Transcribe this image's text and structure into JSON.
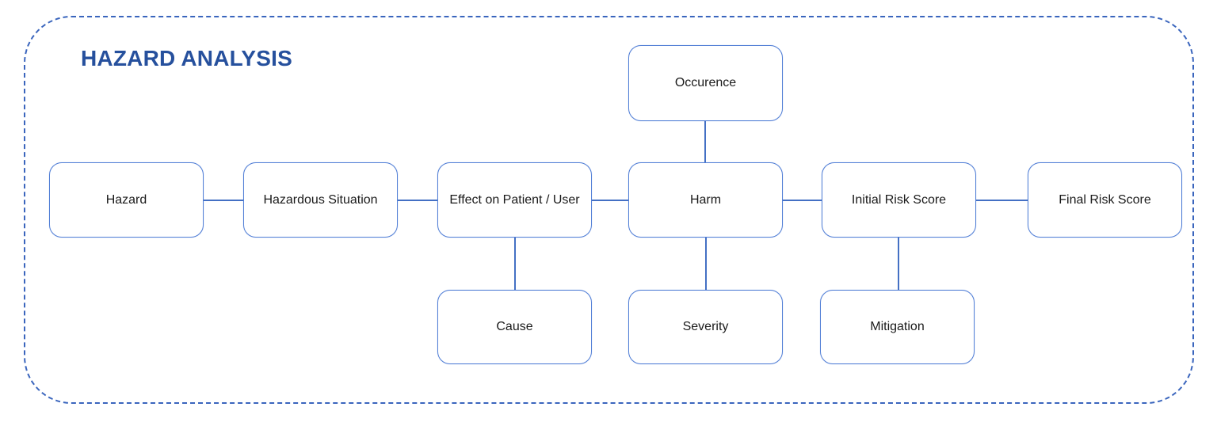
{
  "title": "HAZARD ANALYSIS",
  "colors": {
    "frame_dash": "#3a65bd",
    "node_border": "#527fd6",
    "connector": "#4470c4",
    "title_text": "#26509d",
    "node_text": "#1a1a1a",
    "background": "#ffffff"
  },
  "nodes": [
    {
      "id": "hazard",
      "label": "Hazard",
      "row": "middle"
    },
    {
      "id": "hazardous-situation",
      "label": "Hazardous Situation",
      "row": "middle"
    },
    {
      "id": "effect-on-patient-user",
      "label": "Effect on Patient / User",
      "row": "middle"
    },
    {
      "id": "harm",
      "label": "Harm",
      "row": "middle"
    },
    {
      "id": "initial-risk-score",
      "label": "Initial Risk Score",
      "row": "middle"
    },
    {
      "id": "final-risk-score",
      "label": "Final Risk Score",
      "row": "middle"
    },
    {
      "id": "occurence",
      "label": "Occurence",
      "row": "top"
    },
    {
      "id": "cause",
      "label": "Cause",
      "row": "bottom"
    },
    {
      "id": "severity",
      "label": "Severity",
      "row": "bottom"
    },
    {
      "id": "mitigation",
      "label": "Mitigation",
      "row": "bottom"
    }
  ],
  "edges": [
    {
      "from": "hazard",
      "to": "hazardous-situation"
    },
    {
      "from": "hazardous-situation",
      "to": "effect-on-patient-user"
    },
    {
      "from": "effect-on-patient-user",
      "to": "harm"
    },
    {
      "from": "harm",
      "to": "initial-risk-score"
    },
    {
      "from": "initial-risk-score",
      "to": "final-risk-score"
    },
    {
      "from": "occurence",
      "to": "harm"
    },
    {
      "from": "effect-on-patient-user",
      "to": "cause"
    },
    {
      "from": "harm",
      "to": "severity"
    },
    {
      "from": "initial-risk-score",
      "to": "mitigation"
    }
  ]
}
